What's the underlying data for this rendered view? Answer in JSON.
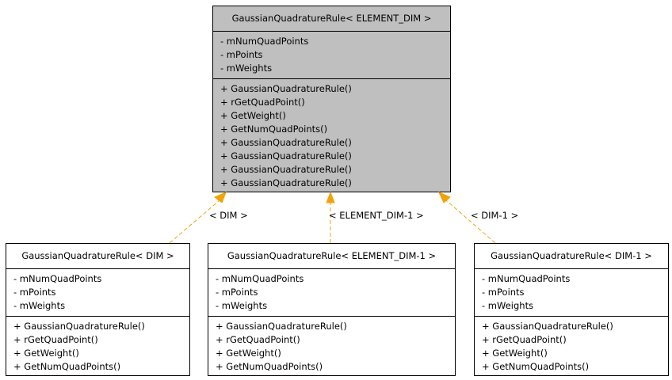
{
  "colors": {
    "main_fill": "#bfbfbf",
    "edge": "#f0a30a"
  },
  "main": {
    "title": "GaussianQuadratureRule< ELEMENT_DIM >",
    "attributes": [
      "- mNumQuadPoints",
      "- mPoints",
      "- mWeights"
    ],
    "methods": [
      "+ GaussianQuadratureRule()",
      "+ rGetQuadPoint()",
      "+ GetWeight()",
      "+ GetNumQuadPoints()",
      "+ GaussianQuadratureRule()",
      "+ GaussianQuadratureRule()",
      "+ GaussianQuadratureRule()",
      "+ GaussianQuadratureRule()"
    ]
  },
  "left": {
    "title": "GaussianQuadratureRule< DIM >",
    "attributes": [
      "- mNumQuadPoints",
      "- mPoints",
      "- mWeights"
    ],
    "methods": [
      "+ GaussianQuadratureRule()",
      "+ rGetQuadPoint()",
      "+ GetWeight()",
      "+ GetNumQuadPoints()"
    ]
  },
  "center": {
    "title": "GaussianQuadratureRule< ELEMENT_DIM-1 >",
    "attributes": [
      "- mNumQuadPoints",
      "- mPoints",
      "- mWeights"
    ],
    "methods": [
      "+ GaussianQuadratureRule()",
      "+ rGetQuadPoint()",
      "+ GetWeight()",
      "+ GetNumQuadPoints()"
    ]
  },
  "right": {
    "title": "GaussianQuadratureRule< DIM-1 >",
    "attributes": [
      "- mNumQuadPoints",
      "- mPoints",
      "- mWeights"
    ],
    "methods": [
      "+ GaussianQuadratureRule()",
      "+ rGetQuadPoint()",
      "+ GetWeight()",
      "+ GetNumQuadPoints()"
    ]
  },
  "edges": {
    "left_label": "< DIM >",
    "center_label": "< ELEMENT_DIM-1 >",
    "right_label": "< DIM-1 >"
  }
}
